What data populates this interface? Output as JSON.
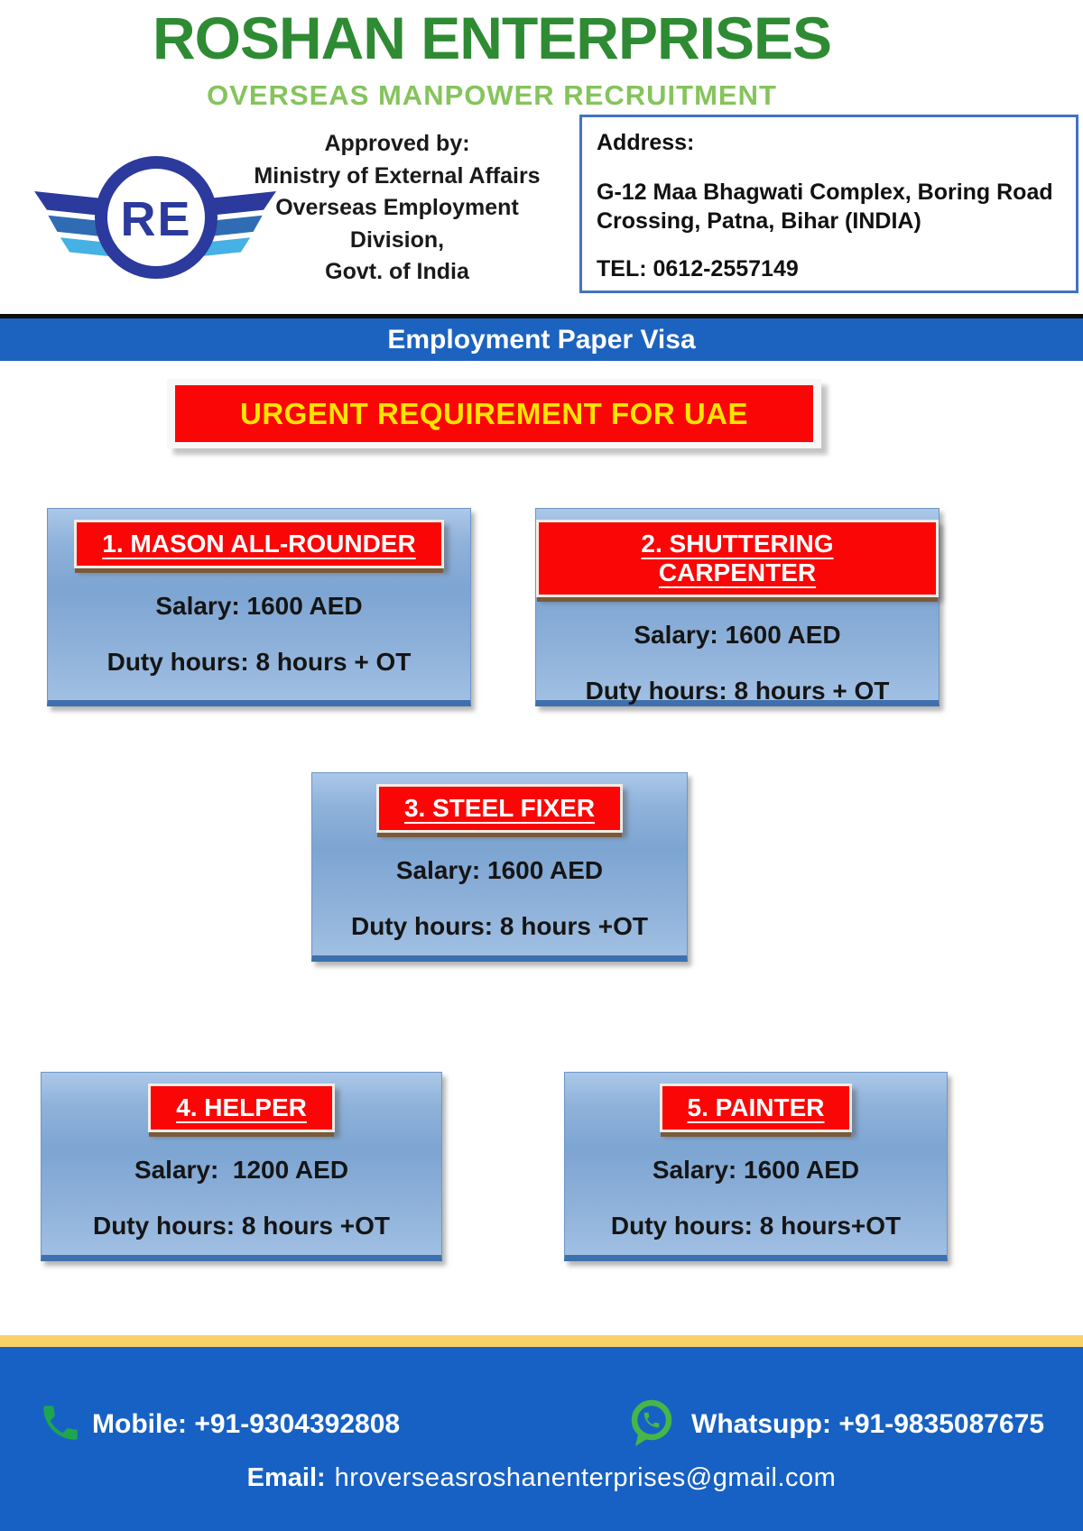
{
  "header": {
    "company_name": "ROSHAN ENTERPRISES",
    "tagline": "OVERSEAS MANPOWER RECRUITMENT",
    "logo_text": "RE",
    "approved_by": {
      "line1": "Approved by:",
      "line2": "Ministry of External Affairs",
      "line3": "Overseas Employment Division,",
      "line4": "Govt. of India"
    },
    "address": {
      "label": "Address:",
      "line1": "G-12 Maa Bhagwati Complex, Boring Road Crossing, Patna, Bihar (INDIA)",
      "tel": "TEL: 0612-2557149"
    }
  },
  "banner": {
    "visa_type": "Employment Paper Visa"
  },
  "urgent_notice": "URGENT REQUIREMENT FOR UAE",
  "jobs": [
    {
      "title": "1. MASON ALL-ROUNDER",
      "salary": "Salary: 1600 AED",
      "duty": "Duty hours: 8 hours + OT"
    },
    {
      "title": "2. SHUTTERING CARPENTER",
      "salary": "Salary: 1600 AED",
      "duty": "Duty hours: 8 hours + OT"
    },
    {
      "title": "3. STEEL FIXER",
      "salary": "Salary: 1600 AED",
      "duty": "Duty hours: 8 hours +OT"
    },
    {
      "title": "4. HELPER",
      "salary": "Salary:  1200 AED",
      "duty": "Duty hours: 8 hours +OT"
    },
    {
      "title": "5. PAINTER",
      "salary": "Salary: 1600 AED",
      "duty": "Duty hours: 8 hours+OT"
    }
  ],
  "footer": {
    "mobile_label": "Mobile:",
    "mobile_number": "+91-9304392808",
    "whatsapp_label": "Whatsupp:",
    "whatsapp_number": "+91-9835087675",
    "email_label": "Email:",
    "email_address": "hroverseasroshanenterprises@gmail.com"
  },
  "colors": {
    "title_green": "#2e8b33",
    "tagline_green": "#85c45c",
    "banner_blue": "#1c63c0",
    "footer_blue": "#1761c4",
    "accent_yellow": "#f9d169",
    "alert_red": "#fb0606",
    "alert_text_yellow": "#ffe400",
    "card_blue_light": "#abc8e9",
    "card_blue_dark": "#7da5d2",
    "logo_navy": "#2b3a9c",
    "phone_green": "#1ea550",
    "whatsapp_green": "#45b748"
  }
}
